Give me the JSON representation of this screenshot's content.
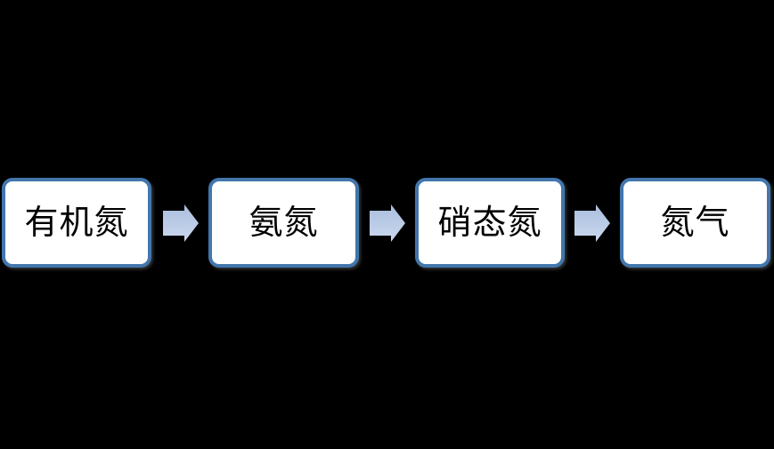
{
  "diagram": {
    "type": "flowchart",
    "background_color": "#000000",
    "node_fill_color": "#ffffff",
    "node_border_color": "#4276ac",
    "node_text_color": "#000000",
    "arrow_gradient_top": "#a9bedd",
    "arrow_gradient_bottom": "#ccd8ee",
    "flow_direction": "left-to-right",
    "nodes": [
      {
        "label": "有机氮"
      },
      {
        "label": "氨氮"
      },
      {
        "label": "硝态氮"
      },
      {
        "label": "氮气"
      }
    ]
  }
}
